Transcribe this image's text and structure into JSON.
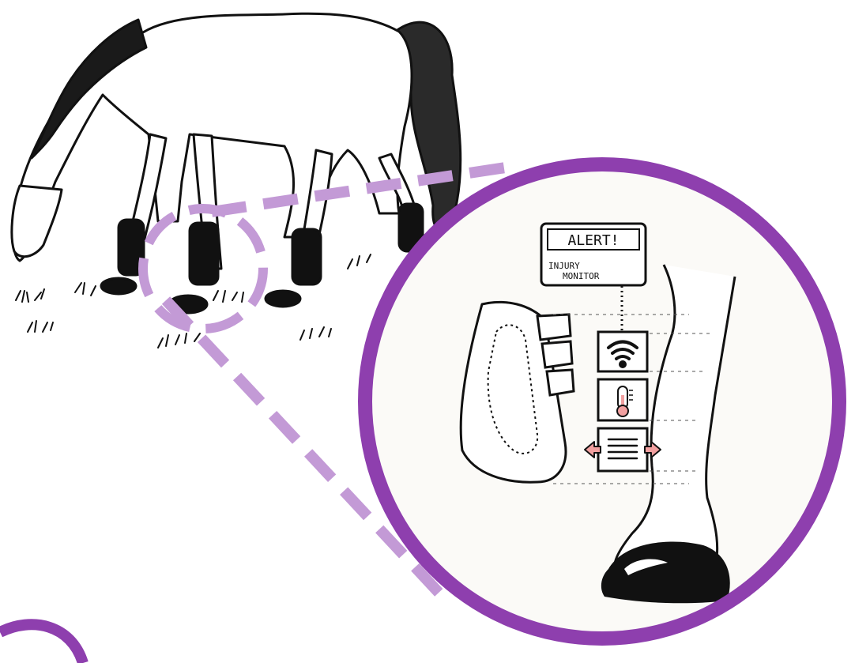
{
  "colors": {
    "accent": "#8e3fae",
    "accent_light": "#c39ad6",
    "ink": "#111111",
    "paper": "#fbfaf7",
    "warm": "#f2a0a0"
  },
  "alert": {
    "title": "ALERT!",
    "line1": "INJURY",
    "line2": "MONITOR"
  },
  "icons": [
    "wifi-icon",
    "thermometer-icon",
    "stretch-sensor-icon"
  ]
}
